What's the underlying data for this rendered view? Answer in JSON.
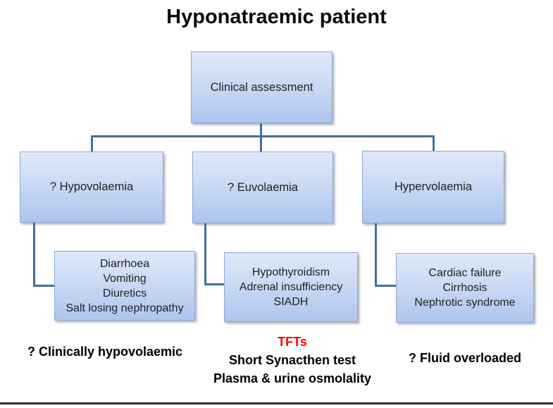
{
  "title": "Hyponatraemic patient",
  "colors": {
    "box-top": "#dfe9f9",
    "box-bottom": "#adc5ee",
    "box-border": "#8ea9d8",
    "connector": "#41719C",
    "tfts-red": "#ff0000",
    "bottom-rule": "#2f2f2f"
  },
  "nodes": {
    "clinical_assessment": {
      "label": "Clinical assessment"
    },
    "hypovolaemia": {
      "label": "? Hypovolaemia"
    },
    "euvolaemia": {
      "label": "? Euvolaemia"
    },
    "hypervolaemia": {
      "label": "Hypervolaemia"
    },
    "hypovolaemia_causes": {
      "lines": [
        "Diarrhoea",
        "Vomiting",
        "Diuretics",
        "Salt losing nephropathy"
      ]
    },
    "euvolaemia_causes": {
      "lines": [
        "Hypothyroidism",
        "Adrenal insufficiency",
        "SIADH"
      ]
    },
    "hypervolaemia_causes": {
      "lines": [
        "Cardiac failure",
        "Cirrhosis",
        "Nephrotic syndrome"
      ]
    }
  },
  "annotations": {
    "left": "? Clinically hypovolaemic",
    "middle_red": "TFTs",
    "middle_line2": "Short Synacthen test",
    "middle_line3": "Plasma & urine osmolality",
    "right": "? Fluid overloaded"
  }
}
